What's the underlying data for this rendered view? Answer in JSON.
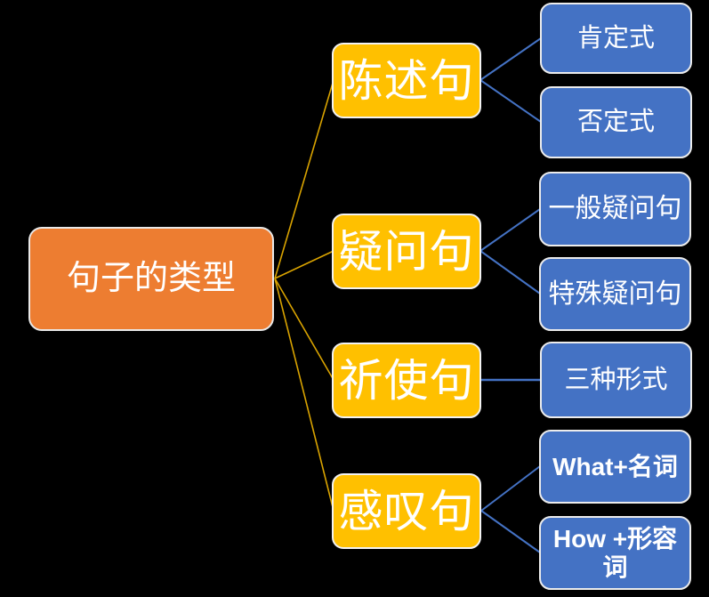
{
  "diagram": {
    "title": "句子的类型",
    "background_color": "#000000",
    "colors": {
      "root_fill": "#ED7D31",
      "branch_fill": "#FFC000",
      "leaf_fill": "#4472C4",
      "text": "#FFFFFF",
      "node_border": "#F2F2F2",
      "root_connector": "#D9A300",
      "leaf_connector": "#4472C4"
    },
    "root": {
      "label": "句子的类型"
    },
    "branches": [
      {
        "label": "陈述句",
        "children": [
          {
            "label": "肯定式"
          },
          {
            "label": "否定式"
          }
        ]
      },
      {
        "label": "疑问句",
        "children": [
          {
            "label": "一般疑问句"
          },
          {
            "label": "特殊疑问句"
          }
        ]
      },
      {
        "label": "祈使句",
        "children": [
          {
            "label": "三种形式"
          }
        ]
      },
      {
        "label": "感叹句",
        "children": [
          {
            "label": "What+名词"
          },
          {
            "label": "How +形容词"
          }
        ]
      }
    ]
  }
}
